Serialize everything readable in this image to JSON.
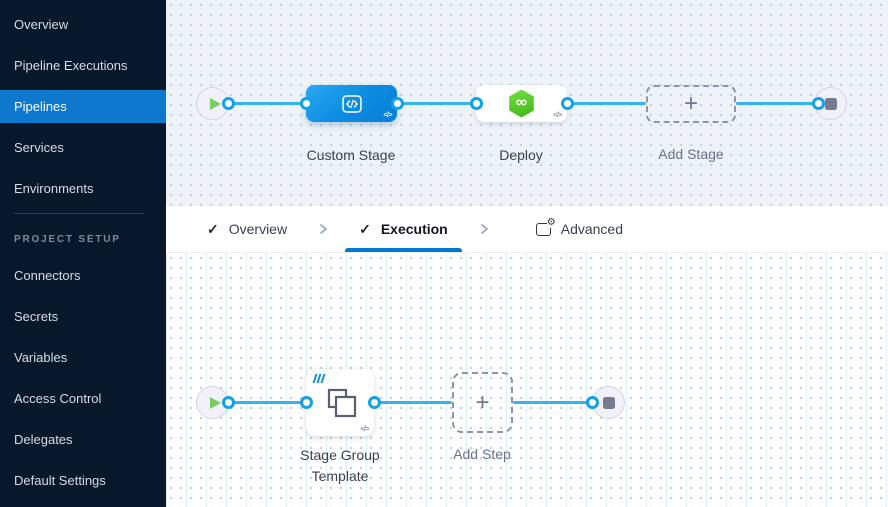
{
  "sidebar": {
    "items": [
      {
        "label": "Overview"
      },
      {
        "label": "Pipeline Executions"
      },
      {
        "label": "Pipelines"
      },
      {
        "label": "Services"
      },
      {
        "label": "Environments"
      }
    ],
    "active_item": "Pipelines",
    "section_header": "PROJECT SETUP",
    "setup_items": [
      {
        "label": "Connectors"
      },
      {
        "label": "Secrets"
      },
      {
        "label": "Variables"
      },
      {
        "label": "Access Control"
      },
      {
        "label": "Delegates"
      },
      {
        "label": "Default Settings"
      }
    ]
  },
  "stage_graph": {
    "stages": [
      {
        "label": "Custom Stage",
        "icon": "custom-stage-code-icon"
      },
      {
        "label": "Deploy",
        "icon": "cd-hexagon-icon"
      }
    ],
    "add_stage_label": "Add Stage"
  },
  "tabs": {
    "overview_label": "Overview",
    "execution_label": "Execution",
    "advanced_label": "Advanced",
    "active_tab": "Execution"
  },
  "execution_graph": {
    "step_label": "Stage Group Template",
    "add_step_label": "Add Step"
  },
  "icons": {
    "check": "✓",
    "plus": "+",
    "infinity": "∞",
    "code_mini": "</>",
    "gear": "⚙"
  },
  "colors": {
    "accent_blue": "#0278d5",
    "node_blue": "#0b92e1",
    "connector_line": "#38b2ea",
    "deploy_green": "#4bc021",
    "play_green": "#7ccc66",
    "sidebar_bg": "#07182b",
    "active_nav_bg": "#0e78cf"
  }
}
